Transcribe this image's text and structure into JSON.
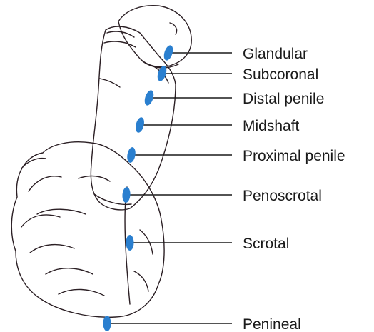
{
  "colors": {
    "shaft": "#F29DC3",
    "glans": "#E8365F",
    "marker": "#2A7FCF",
    "outline": "#2B1F24",
    "line": "#1A1A1A"
  },
  "labels": [
    {
      "id": "glandular",
      "text": "Glandular"
    },
    {
      "id": "subcoronal",
      "text": "Subcoronal"
    },
    {
      "id": "distal-penile",
      "text": "Distal penile"
    },
    {
      "id": "midshaft",
      "text": "Midshaft"
    },
    {
      "id": "proximal-penile",
      "text": "Proximal penile"
    },
    {
      "id": "penoscrotal",
      "text": "Penoscrotal"
    },
    {
      "id": "scrotal",
      "text": "Scrotal"
    },
    {
      "id": "penineal",
      "text": "Penineal"
    }
  ]
}
